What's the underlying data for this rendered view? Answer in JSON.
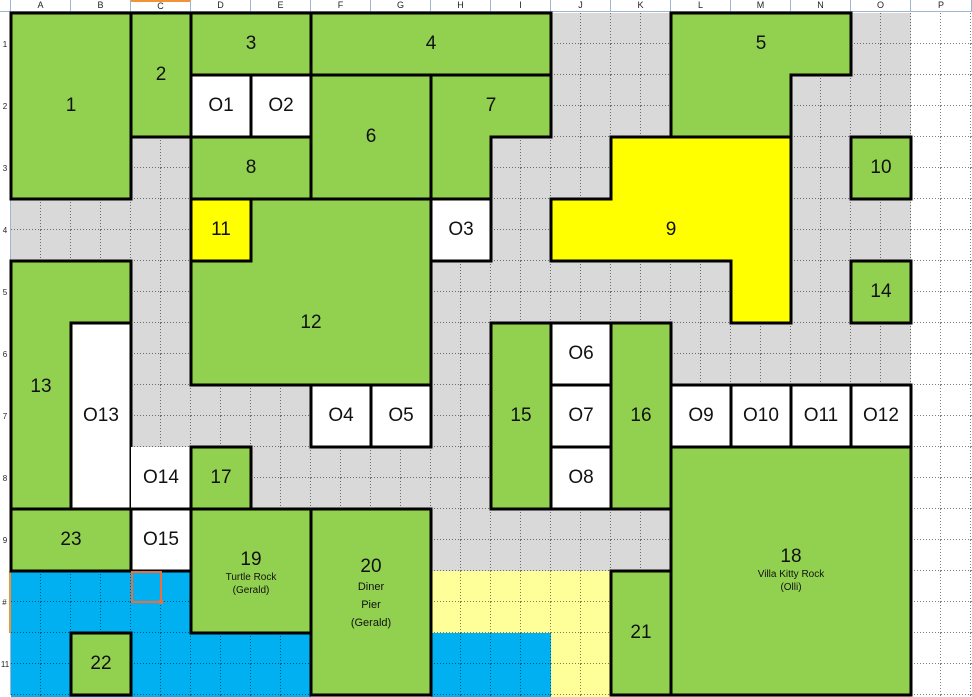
{
  "sheet": {
    "columns": [
      "A",
      "B",
      "C",
      "D",
      "E",
      "F",
      "G",
      "H",
      "I",
      "J",
      "K",
      "L",
      "M",
      "N",
      "O",
      "P"
    ],
    "rows": [
      "1",
      "2",
      "3",
      "4",
      "5",
      "6",
      "7",
      "8",
      "9",
      "#",
      "11"
    ],
    "selected_column": "C",
    "selected_row": "#",
    "selected_cell": "C10"
  },
  "colors": {
    "plot_green": "#92D050",
    "path_gray": "#D9D9D9",
    "highlight_yellow": "#FFFF00",
    "water_blue": "#00B0F0",
    "sand_yellow": "#FFFF99",
    "open_white": "#FFFFFF",
    "selection_orange": "#F26B3A"
  },
  "plots": {
    "p1": {
      "label": "1"
    },
    "p2": {
      "label": "2"
    },
    "p3": {
      "label": "3"
    },
    "p4": {
      "label": "4"
    },
    "p5": {
      "label": "5"
    },
    "p6": {
      "label": "6"
    },
    "p7": {
      "label": "7"
    },
    "p8": {
      "label": "8"
    },
    "p9": {
      "label": "9"
    },
    "p10": {
      "label": "10"
    },
    "p11": {
      "label": "11"
    },
    "p12": {
      "label": "12"
    },
    "p13": {
      "label": "13"
    },
    "p14": {
      "label": "14"
    },
    "p15": {
      "label": "15"
    },
    "p16": {
      "label": "16"
    },
    "p17": {
      "label": "17"
    },
    "p18": {
      "label": "18",
      "name": "Villa Kitty Rock",
      "owner": "(Olli)"
    },
    "p19": {
      "label": "19",
      "name": "Turtle Rock",
      "owner": "(Gerald)"
    },
    "p20": {
      "label": "20",
      "name1": "Diner",
      "name2": "Pier",
      "owner": "(Gerald)"
    },
    "p21": {
      "label": "21"
    },
    "p22": {
      "label": "22"
    },
    "p23": {
      "label": "23"
    }
  },
  "open_plots": {
    "o1": "O1",
    "o2": "O2",
    "o3": "O3",
    "o4": "O4",
    "o5": "O5",
    "o6": "O6",
    "o7": "O7",
    "o8": "O8",
    "o9": "O9",
    "o10": "O10",
    "o11": "O11",
    "o12": "O12",
    "o13": "O13",
    "o14": "O14",
    "o15": "O15"
  }
}
